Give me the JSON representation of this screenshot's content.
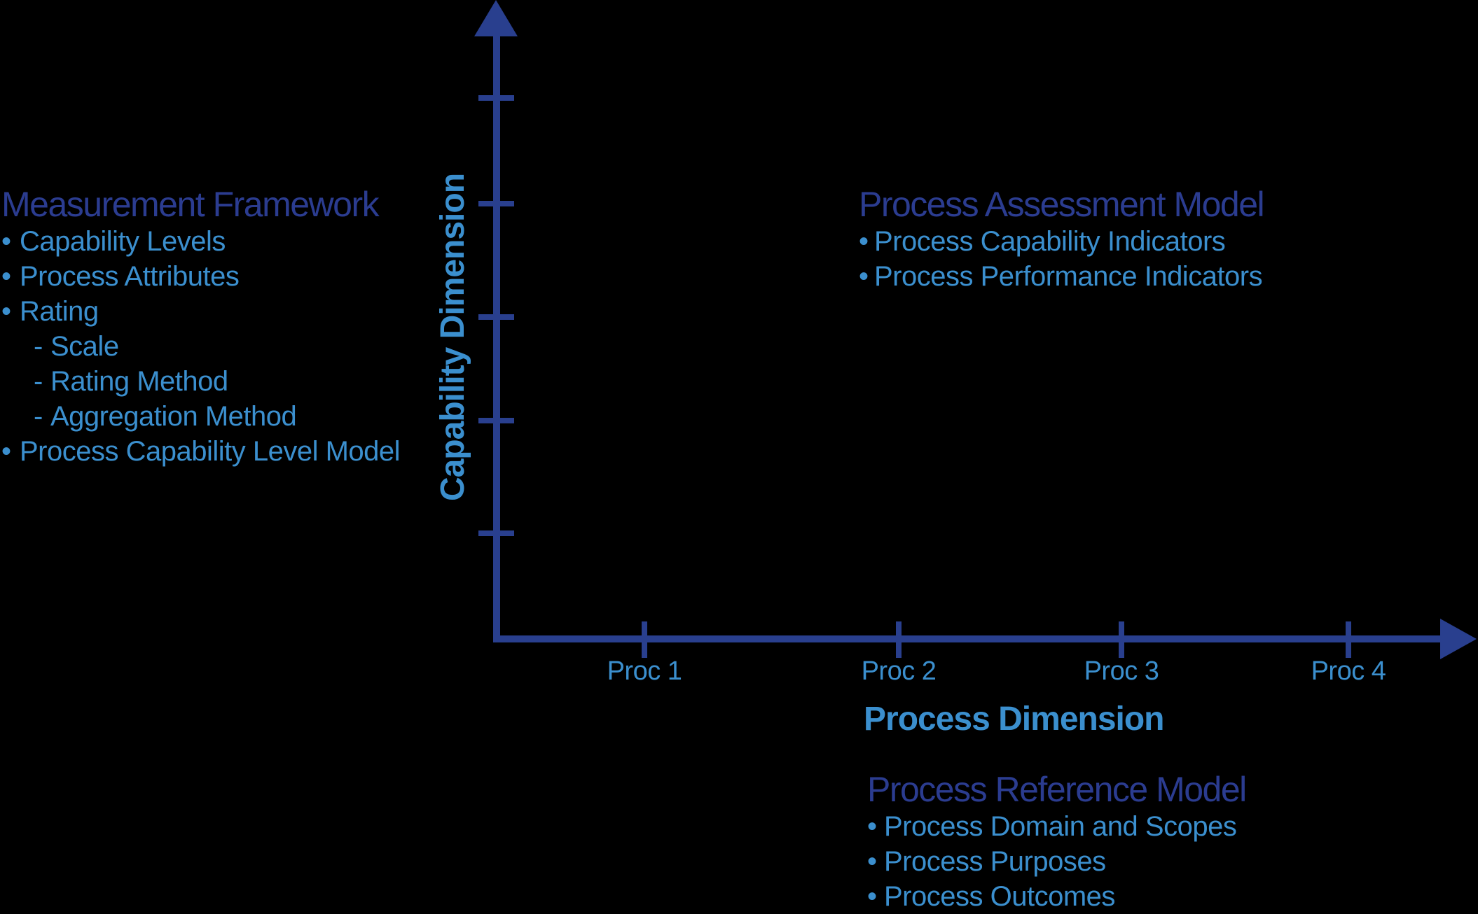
{
  "colors": {
    "background": "#000000",
    "navy": "#2b3c90",
    "axis": "#293f8e",
    "blue": "#3b8fce"
  },
  "y_axis": {
    "label": "Capability Dimension"
  },
  "x_axis": {
    "label": "Process Dimension",
    "ticks": [
      "Proc 1",
      "Proc 2",
      "Proc 3",
      "Proc 4"
    ]
  },
  "measurement_framework": {
    "title": "Measurement Framework",
    "items": [
      {
        "marker": "•",
        "text": "Capability Levels"
      },
      {
        "marker": "•",
        "text": "Process Attributes"
      },
      {
        "marker": "•",
        "text": "Rating"
      },
      {
        "marker": "-",
        "text": "Scale"
      },
      {
        "marker": "-",
        "text": "Rating Method"
      },
      {
        "marker": "-",
        "text": "Aggregation Method"
      },
      {
        "marker": "•",
        "text": "Process Capability Level Model"
      }
    ]
  },
  "process_assessment_model": {
    "title": "Process Assessment Model",
    "items": [
      {
        "marker": "•",
        "text": "Process Capability Indicators"
      },
      {
        "marker": "•",
        "text": "Process Performance Indicators"
      }
    ]
  },
  "process_reference_model": {
    "title": "Process Reference Model",
    "items": [
      {
        "marker": "•",
        "text": "Process Domain and Scopes"
      },
      {
        "marker": "•",
        "text": "Process Purposes"
      },
      {
        "marker": "•",
        "text": "Process Outcomes"
      }
    ]
  }
}
